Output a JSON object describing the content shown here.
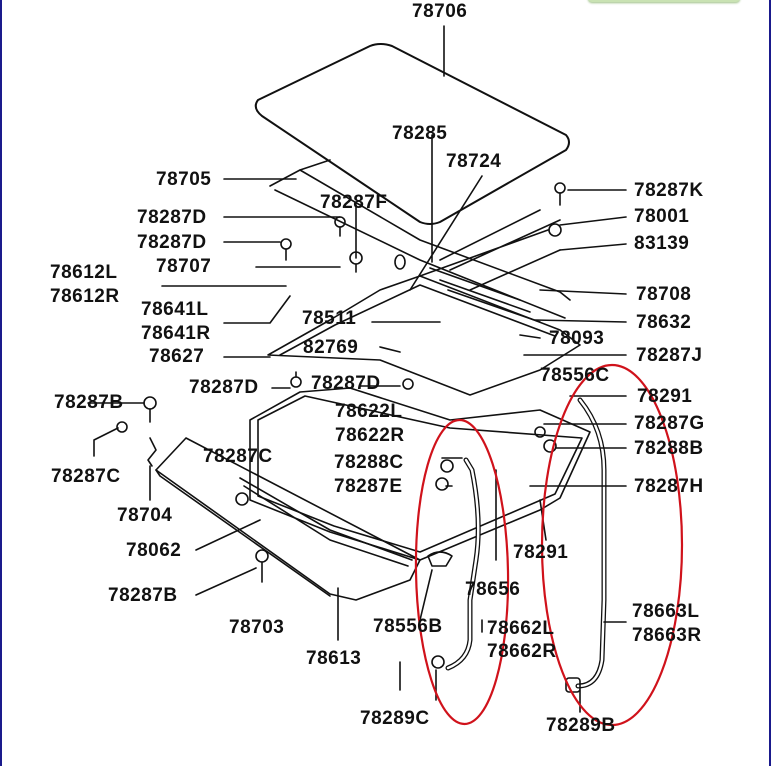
{
  "diagram": {
    "type": "exploded-parts-diagram",
    "subject": "sunroof assembly",
    "highlight_color": "#d0121b",
    "line_color": "#111111",
    "labels": [
      {
        "id": "78706",
        "text": "78706"
      },
      {
        "id": "78285",
        "text": "78285"
      },
      {
        "id": "78724",
        "text": "78724"
      },
      {
        "id": "78705",
        "text": "78705"
      },
      {
        "id": "78287K",
        "text": "78287K"
      },
      {
        "id": "78287F",
        "text": "78287F"
      },
      {
        "id": "78001",
        "text": "78001"
      },
      {
        "id": "78287D_a",
        "text": "78287D"
      },
      {
        "id": "78287D_b",
        "text": "78287D"
      },
      {
        "id": "83139",
        "text": "83139"
      },
      {
        "id": "78707",
        "text": "78707"
      },
      {
        "id": "78612L",
        "text": "78612L"
      },
      {
        "id": "78612R",
        "text": "78612R"
      },
      {
        "id": "78708",
        "text": "78708"
      },
      {
        "id": "78641L",
        "text": "78641L"
      },
      {
        "id": "78641R",
        "text": "78641R"
      },
      {
        "id": "78511",
        "text": "78511"
      },
      {
        "id": "78632",
        "text": "78632"
      },
      {
        "id": "78093",
        "text": "78093"
      },
      {
        "id": "82769",
        "text": "82769"
      },
      {
        "id": "78627",
        "text": "78627"
      },
      {
        "id": "78287J",
        "text": "78287J"
      },
      {
        "id": "78287D_c",
        "text": "78287D"
      },
      {
        "id": "78287D_d",
        "text": "78287D"
      },
      {
        "id": "78556C",
        "text": "78556C"
      },
      {
        "id": "78287B_a",
        "text": "78287B"
      },
      {
        "id": "78291_a",
        "text": "78291"
      },
      {
        "id": "78622L",
        "text": "78622L"
      },
      {
        "id": "78287G",
        "text": "78287G"
      },
      {
        "id": "78622R",
        "text": "78622R"
      },
      {
        "id": "78288B",
        "text": "78288B"
      },
      {
        "id": "78287C_a",
        "text": "78287C"
      },
      {
        "id": "78287C_b",
        "text": "78287C"
      },
      {
        "id": "78288C",
        "text": "78288C"
      },
      {
        "id": "78287H",
        "text": "78287H"
      },
      {
        "id": "78287E",
        "text": "78287E"
      },
      {
        "id": "78704",
        "text": "78704"
      },
      {
        "id": "78291_b",
        "text": "78291"
      },
      {
        "id": "78062",
        "text": "78062"
      },
      {
        "id": "78656",
        "text": "78656"
      },
      {
        "id": "78287B_b",
        "text": "78287B"
      },
      {
        "id": "78663L",
        "text": "78663L"
      },
      {
        "id": "78663R",
        "text": "78663R"
      },
      {
        "id": "78703",
        "text": "78703"
      },
      {
        "id": "78556B",
        "text": "78556B"
      },
      {
        "id": "78662L",
        "text": "78662L"
      },
      {
        "id": "78662R",
        "text": "78662R"
      },
      {
        "id": "78613",
        "text": "78613"
      },
      {
        "id": "78289C",
        "text": "78289C"
      },
      {
        "id": "78289B",
        "text": "78289B"
      }
    ],
    "highlighted_parts": [
      "78662L / 78662R drain hose (front)",
      "78663L / 78663R drain hose (rear)"
    ]
  }
}
